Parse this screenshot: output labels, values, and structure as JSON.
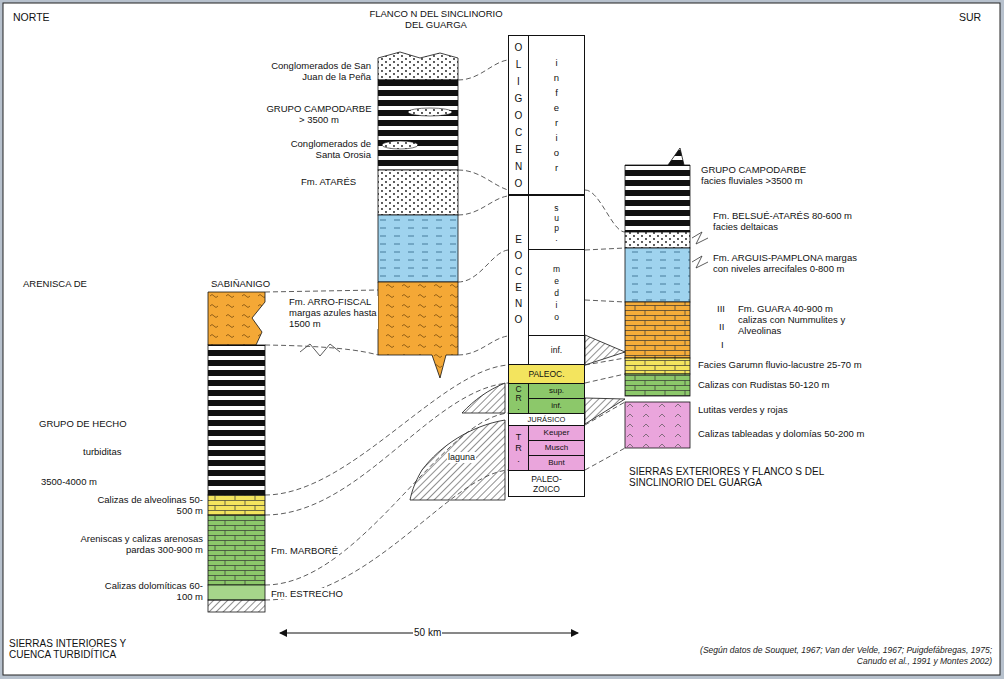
{
  "diagram": {
    "caption": "(Según datos de Souquet, 1967; Van der Velde, 1967; Puigdefábregas, 1975; Canudo et al., 1991 y Montes 2002)",
    "nodes": [
      {
        "text": [
          "OLIGOCENO"
        ]
      },
      {
        "text": [
          "inferior"
        ]
      },
      {
        "text": [
          "EOCENO"
        ]
      },
      {
        "text": [
          "sup."
        ]
      },
      {
        "text": [
          "medio"
        ]
      },
      {
        "text": [
          "inf."
        ]
      },
      {
        "text": [
          "PALEOC."
        ]
      },
      {
        "text": [
          "CR."
        ]
      },
      {
        "text": [
          "sup."
        ]
      },
      {
        "text": [
          "inf."
        ]
      },
      {
        "text": [
          "JURÁSICO"
        ]
      },
      {
        "text": [
          "TR."
        ]
      },
      {
        "text": [
          "Keuper"
        ]
      },
      {
        "text": [
          "Musch"
        ]
      },
      {
        "text": [
          "Bunt"
        ]
      },
      {
        "text": [
          "PALEO- ZOICO"
        ]
      }
    ],
    "labels": [
      "NORTE",
      "FLANCO N DEL SINCLINORIO DEL GUARGA",
      "SUR",
      "Conglomerados de San Juan de la Peña",
      "GRUPO CAMPODARBE > 3500 m",
      "Conglomerados de Santa Orosia",
      "Fm. ATARÉS",
      "ARENISCA DE",
      "SABIÑANIGO",
      "Fm. ARRO-FISCAL margas azules hasta 1500 m",
      "GRUPO DE HECHO",
      "turbiditas",
      "3500-4000 m",
      "Calizas de alveolinas 50-500 m",
      "Areniscas y calizas arenosas pardas 300-900 m",
      "Fm. MARBORÉ",
      "Calizas dolomíticas 60-100 m",
      "Fm. ESTRECHO",
      "SIERRAS INTERIORES Y CUENCA TURBIDÍTICA",
      "50 km",
      "GRUPO CAMPODARBE facies fluviales >3500 m",
      "Fm. BELSUÉ-ATARÉS 80-600 m facies deltaicas",
      "Fm. ARGUIS-PAMPLONA margas con niveles arrecifales 0-800 m",
      "III",
      "II",
      "I",
      "Fm. GUARA 40-900 m calizas con Nummulites y Alveolinas",
      "Facies Garumn fluvio-lacustre 25-70 m",
      "Calizas con Rudistas 50-120 m",
      "Lutitas verdes y rojas",
      "Calizas tableadas y dolomías 50-200 m",
      "SIERRAS EXTERIORES Y FLANCO S DEL SINCLINORIO DEL GUARGA",
      "laguna"
    ]
  }
}
